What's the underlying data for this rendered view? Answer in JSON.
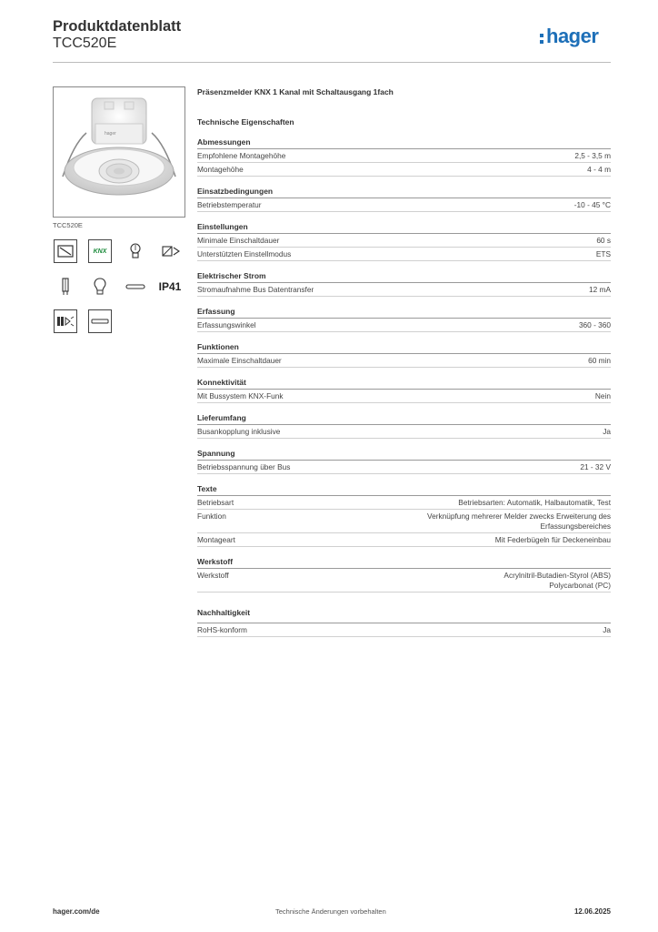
{
  "header": {
    "title": "Produktdatenblatt",
    "subtitle": "TCC520E",
    "logo_text": "hager",
    "brand_color": "#1d6fb8"
  },
  "product": {
    "caption": "TCC520E",
    "title": "Präsenzmelder KNX 1 Kanal mit Schaltausgang 1fach",
    "section_main": "Technische Eigenschaften"
  },
  "icons": {
    "knx_label": "KNX",
    "ip_label": "IP41"
  },
  "sections": [
    {
      "title": "Abmessungen",
      "rows": [
        {
          "label": "Empfohlene Montagehöhe",
          "value": "2,5 - 3,5 m"
        },
        {
          "label": "Montagehöhe",
          "value": "4 - 4 m"
        }
      ]
    },
    {
      "title": "Einsatzbedingungen",
      "rows": [
        {
          "label": "Betriebstemperatur",
          "value": "-10 - 45 °C"
        }
      ]
    },
    {
      "title": "Einstellungen",
      "rows": [
        {
          "label": "Minimale Einschaltdauer",
          "value": "60 s"
        },
        {
          "label": "Unterstützten Einstellmodus",
          "value": "ETS"
        }
      ]
    },
    {
      "title": "Elektrischer Strom",
      "rows": [
        {
          "label": "Stromaufnahme Bus Datentransfer",
          "value": "12 mA"
        }
      ]
    },
    {
      "title": "Erfassung",
      "rows": [
        {
          "label": "Erfassungswinkel",
          "value": "360 - 360"
        }
      ]
    },
    {
      "title": "Funktionen",
      "rows": [
        {
          "label": "Maximale Einschaltdauer",
          "value": "60 min"
        }
      ]
    },
    {
      "title": "Konnektivität",
      "rows": [
        {
          "label": "Mit Bussystem KNX-Funk",
          "value": "Nein"
        }
      ]
    },
    {
      "title": "Lieferumfang",
      "rows": [
        {
          "label": "Busankopplung inklusive",
          "value": "Ja"
        }
      ]
    },
    {
      "title": "Spannung",
      "rows": [
        {
          "label": "Betriebsspannung über Bus",
          "value": "21 - 32 V"
        }
      ]
    },
    {
      "title": "Texte",
      "rows": [
        {
          "label": "Betriebsart",
          "value": "Betriebsarten: Automatik, Halbautomatik, Test"
        },
        {
          "label": "Funktion",
          "value": "Verknüpfung mehrerer Melder zwecks Erweiterung des Erfassungsbereiches"
        },
        {
          "label": "Montageart",
          "value": "Mit Federbügeln für Deckeneinbau"
        }
      ]
    },
    {
      "title": "Werkstoff",
      "rows": [
        {
          "label": "Werkstoff",
          "value": "Acrylnitril-Butadien-Styrol (ABS) Polycarbonat (PC)"
        }
      ]
    },
    {
      "title": "Nachhaltigkeit",
      "rows": [
        {
          "label": "RoHS-konform",
          "value": "Ja"
        }
      ]
    }
  ],
  "footer": {
    "left": "hager.com/de",
    "center": "Technische Änderungen vorbehalten",
    "right": "12.06.2025"
  }
}
